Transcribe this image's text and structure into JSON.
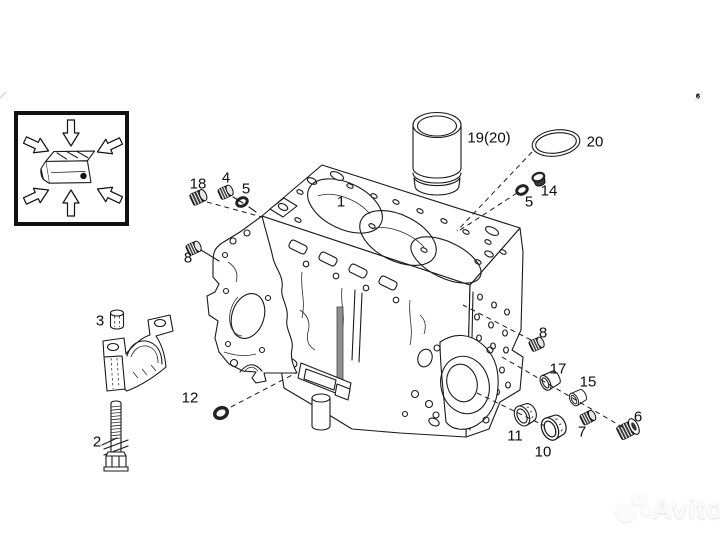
{
  "diagram": {
    "background": "#ffffff",
    "line_color": "#1a1a1a",
    "callouts": [
      {
        "label": "1"
      },
      {
        "label": "2"
      },
      {
        "label": "3"
      },
      {
        "label": "4"
      },
      {
        "label": "5"
      },
      {
        "label": "5"
      },
      {
        "label": "6"
      },
      {
        "label": "7"
      },
      {
        "label": "8"
      },
      {
        "label": "8"
      },
      {
        "label": "10"
      },
      {
        "label": "11"
      },
      {
        "label": "12"
      },
      {
        "label": "14"
      },
      {
        "label": "15"
      },
      {
        "label": "17"
      },
      {
        "label": "18"
      },
      {
        "label": "19(20)"
      },
      {
        "label": "20"
      }
    ]
  },
  "watermark": {
    "text": "Avito"
  }
}
